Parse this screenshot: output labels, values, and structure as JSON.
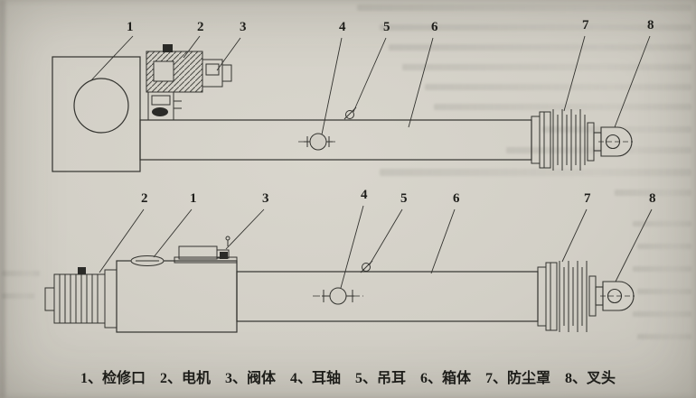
{
  "callouts": {
    "top": [
      "1",
      "2",
      "3",
      "4",
      "5",
      "6",
      "7",
      "8"
    ],
    "bottom": [
      "2",
      "1",
      "3",
      "4",
      "5",
      "6",
      "7",
      "8"
    ]
  },
  "caption": {
    "items": [
      "1、检修口",
      "2、电机",
      "3、阀体",
      "4、耳轴",
      "5、吊耳",
      "6、箱体",
      "7、防尘罩",
      "8、叉头"
    ]
  },
  "colors": {
    "paper": "#d2cfc6",
    "ink": "#33332f"
  }
}
